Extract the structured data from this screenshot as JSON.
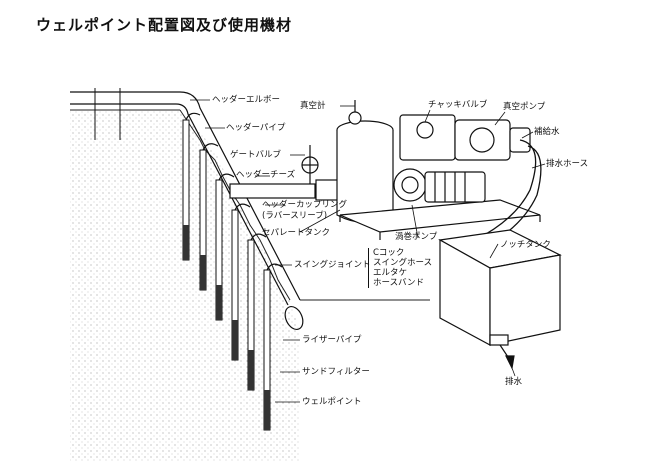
{
  "title": "ウェルポイント配置図及び使用機材",
  "labels": {
    "header_elbow": "ヘッダーエルボー",
    "header_pipe": "ヘッダーパイプ",
    "gate_valve": "ゲートバルブ",
    "header_tees": "ヘッダーチーズ",
    "header_coupling": "ヘッダーカップリング",
    "rubber_sleeve": "(ラバースリーブ)",
    "separate_tank": "セパレートタンク",
    "swing_joint": "スイングジョイント",
    "riser_pipe": "ライザーパイプ",
    "sand_filter": "サンドフィルター",
    "well_point": "ウェルポイント",
    "vacuum_gauge": "真空計",
    "check_valve": "チャッキバルブ",
    "vacuum_pump": "真空ポンプ",
    "supply_water": "補給水",
    "drain_hose": "排水ホース",
    "volute_pump": "渦巻ポンプ",
    "notch_tank": "ノッチタンク",
    "drain": "排水",
    "swing_parts": [
      "Cコック",
      "スイングホース",
      "エルタケ",
      "ホースバンド"
    ]
  }
}
